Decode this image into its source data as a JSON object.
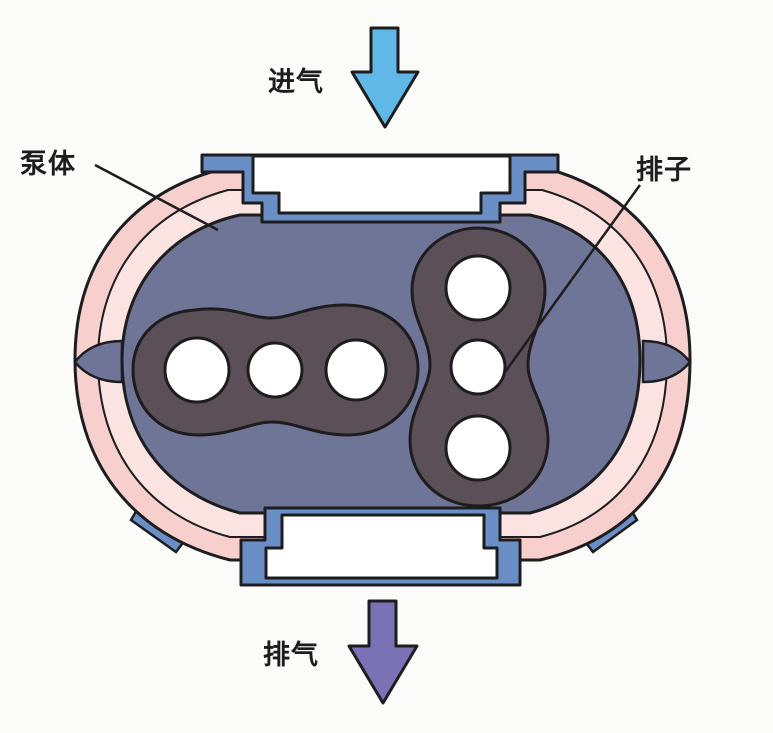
{
  "labels": {
    "inlet": "进气",
    "pump_body": "泵体",
    "rotor": "排子",
    "outlet": "排气"
  },
  "colors": {
    "background": "#fbfbf9",
    "outline": "#1d1d1f",
    "chamber": "#6e7596",
    "housing_outer": "#f7cfcc",
    "housing_inner": "#fbe3e1",
    "flange": "#6a8fc7",
    "port": "#ffffff",
    "rotor": "#5b5058",
    "inlet_arrow": "#5fb8e6",
    "outlet_arrow": "#7a72b5"
  },
  "icons": {
    "inlet_arrow": "arrow-down-icon",
    "outlet_arrow": "arrow-down-icon"
  }
}
